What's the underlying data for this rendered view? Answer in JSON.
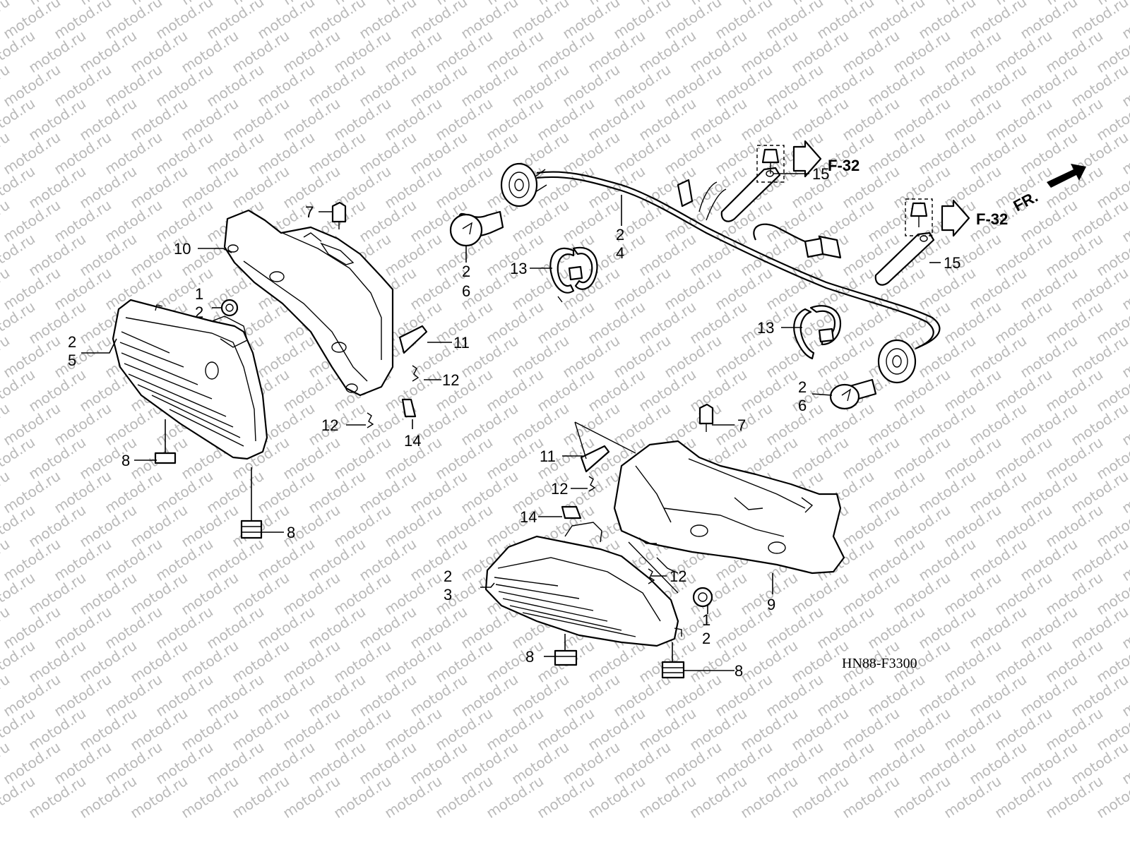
{
  "watermark": "motod.ru",
  "diagram_code": "HN88-F3300",
  "front_marker": "FR.",
  "references": [
    {
      "label": "F-32"
    },
    {
      "label": "F-32"
    }
  ],
  "callouts": [
    {
      "text": "7"
    },
    {
      "text": "10"
    },
    {
      "text": "1"
    },
    {
      "text": "2"
    },
    {
      "text": "2"
    },
    {
      "text": "5"
    },
    {
      "text": "11"
    },
    {
      "text": "12"
    },
    {
      "text": "12"
    },
    {
      "text": "14"
    },
    {
      "text": "8"
    },
    {
      "text": "8"
    },
    {
      "text": "2"
    },
    {
      "text": "6"
    },
    {
      "text": "13"
    },
    {
      "text": "2"
    },
    {
      "text": "4"
    },
    {
      "text": "15"
    },
    {
      "text": "15"
    },
    {
      "text": "13"
    },
    {
      "text": "2"
    },
    {
      "text": "6"
    },
    {
      "text": "7"
    },
    {
      "text": "11"
    },
    {
      "text": "12"
    },
    {
      "text": "14"
    },
    {
      "text": "2"
    },
    {
      "text": "3"
    },
    {
      "text": "12"
    },
    {
      "text": "1"
    },
    {
      "text": "2"
    },
    {
      "text": "9"
    },
    {
      "text": "8"
    },
    {
      "text": "8"
    }
  ]
}
